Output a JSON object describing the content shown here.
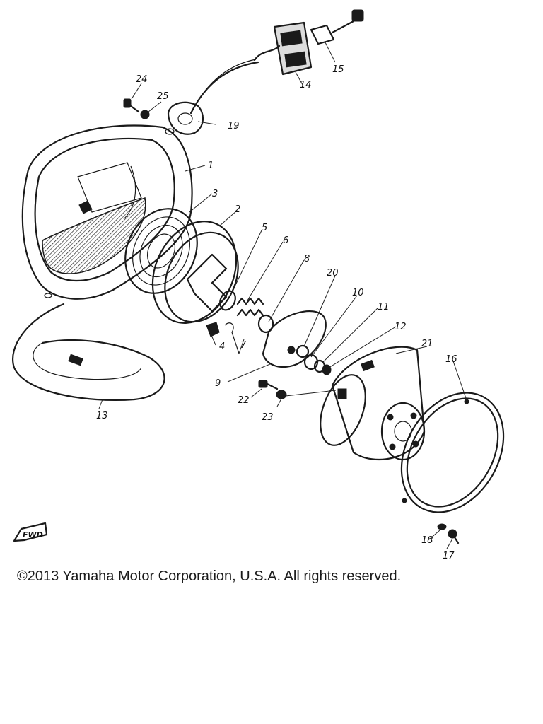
{
  "diagram": {
    "part_labels": [
      "1",
      "2",
      "3",
      "4",
      "5",
      "6",
      "7",
      "8",
      "9",
      "10",
      "11",
      "12",
      "13",
      "14",
      "15",
      "16",
      "17",
      "18",
      "19",
      "20",
      "21",
      "22",
      "23",
      "24",
      "25"
    ],
    "direction_badge": "FWD"
  },
  "footer": {
    "copyright": "©2013 Yamaha Motor Corporation, U.S.A. All rights reserved."
  }
}
